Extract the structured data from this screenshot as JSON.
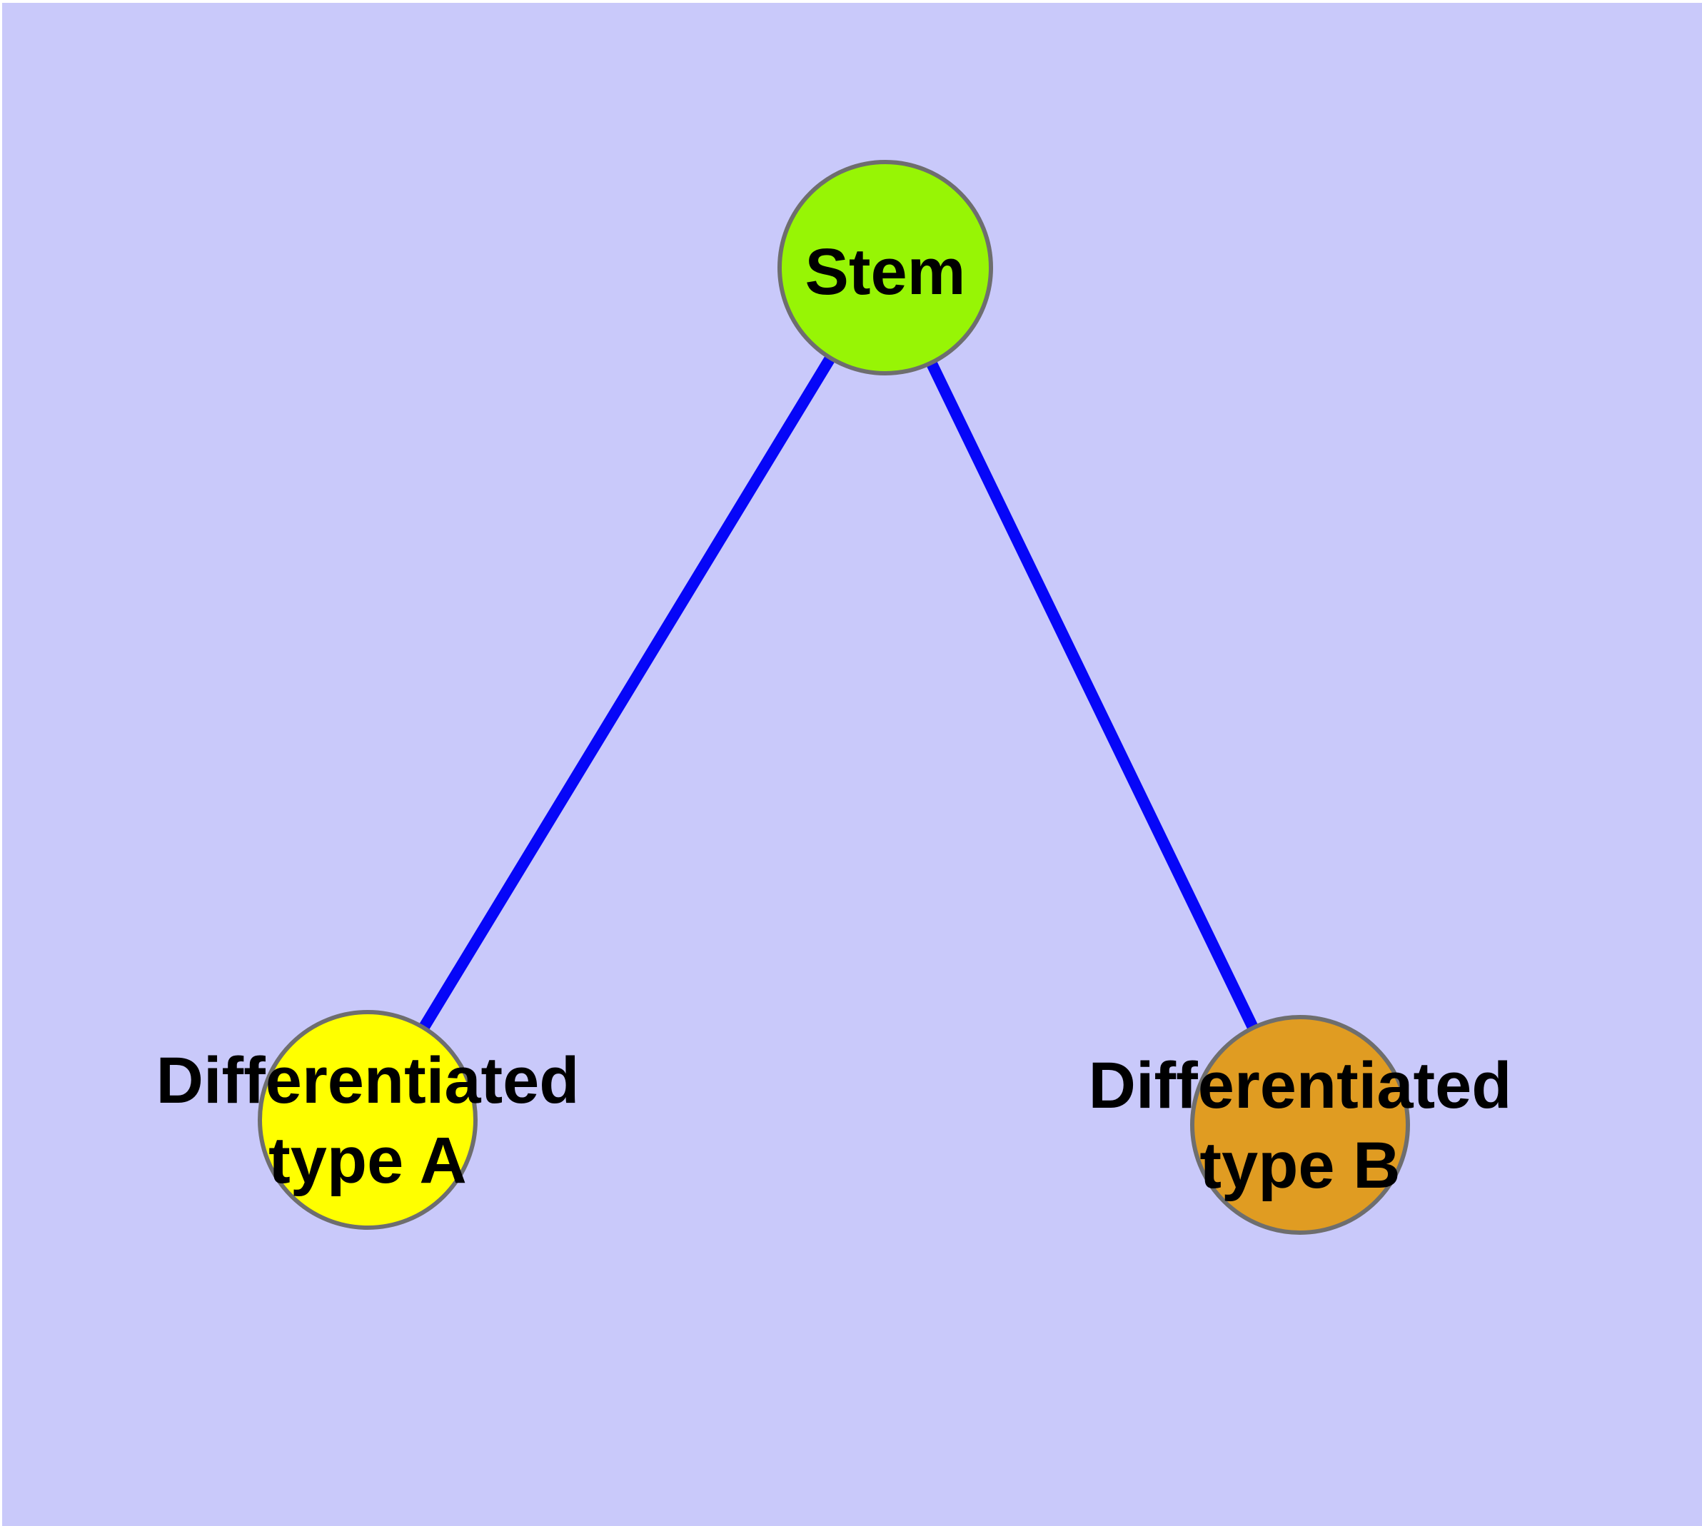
{
  "diagram": {
    "type": "graph",
    "background_color": "#C9C9FA",
    "edge_color": "#0606F8",
    "node_border_color": "#6E6E6E",
    "label_color": "#000000",
    "nodes": {
      "stem": {
        "label": "Stem",
        "color": "#97F505"
      },
      "type_a": {
        "label_line1": "Differentiated",
        "label_line2": "type A",
        "label_full": "Differentiated type A",
        "color": "#FFFF00"
      },
      "type_b": {
        "label_line1": "Differentiated",
        "label_line2": "type B",
        "label_full": "Differentiated type B",
        "color": "#E09C22"
      }
    },
    "edges": [
      {
        "from": "Stem",
        "to": "Differentiated type A"
      },
      {
        "from": "Stem",
        "to": "Differentiated type B"
      }
    ]
  }
}
